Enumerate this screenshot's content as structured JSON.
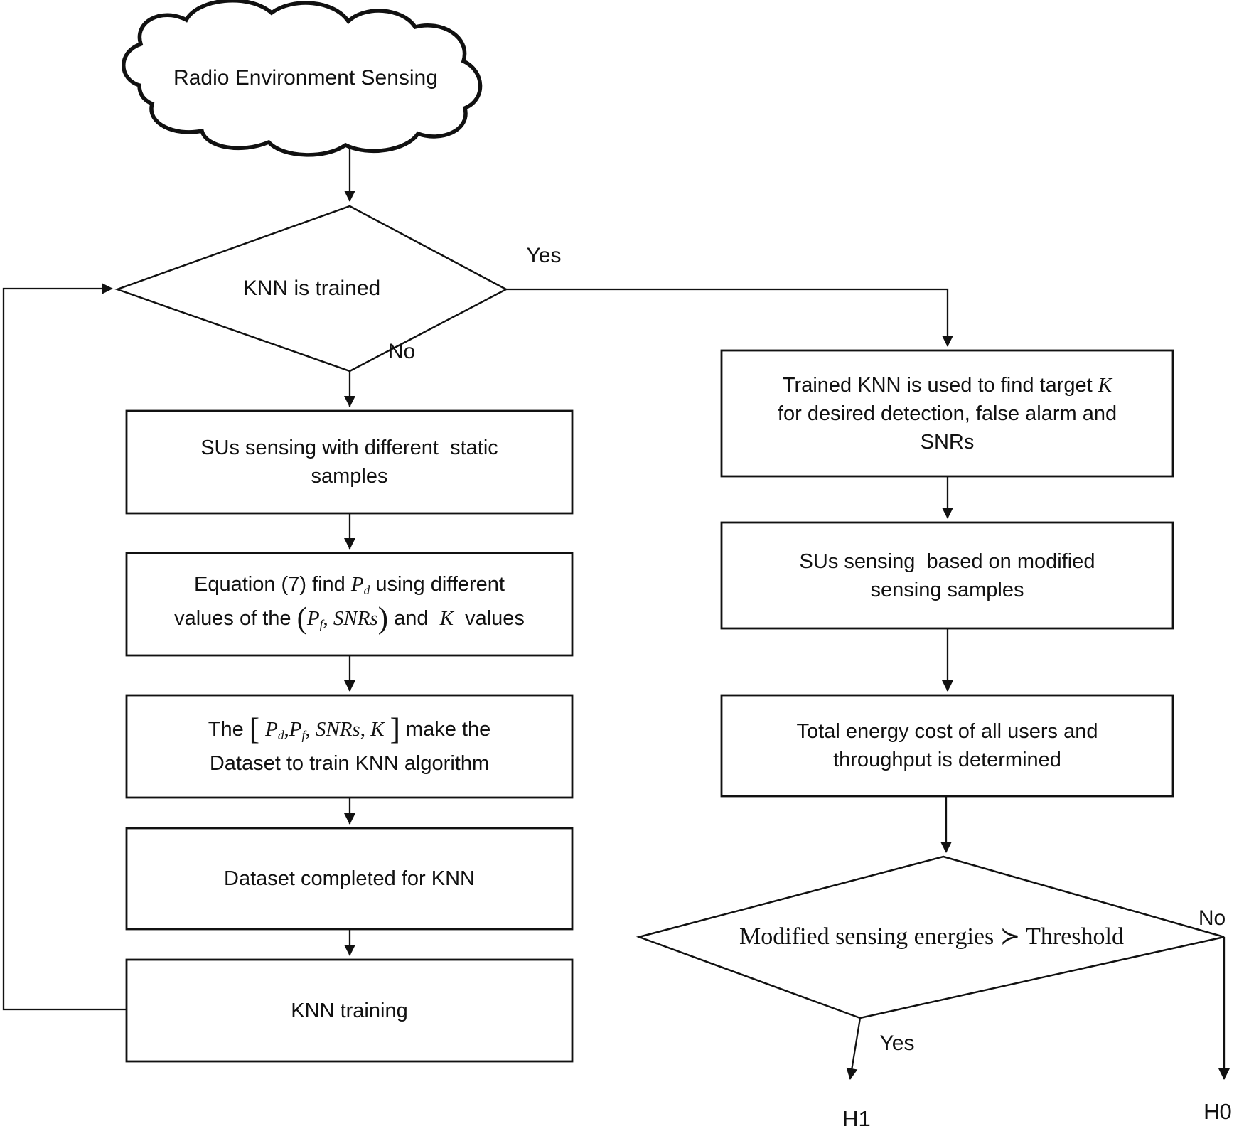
{
  "colors": {
    "stroke": "#111111",
    "background": "#ffffff"
  },
  "nodes": {
    "cloud": {
      "lines": [
        [
          {
            "t": "Radio Environment Sensing",
            "s": "p"
          }
        ]
      ]
    },
    "decision_knn_trained": {
      "lines": [
        [
          {
            "t": "KNN is trained",
            "s": "p"
          }
        ]
      ]
    },
    "sus_static": {
      "lines": [
        [
          {
            "t": "SUs sensing with different  static",
            "s": "p"
          }
        ],
        [
          {
            "t": "samples",
            "s": "p"
          }
        ]
      ]
    },
    "equation_pd": {
      "lines": [
        [
          {
            "t": "Equation (7) find ",
            "s": "p"
          },
          {
            "t": "P",
            "s": "i"
          },
          {
            "t": "d",
            "s": "b"
          },
          {
            "t": " using different",
            "s": "p"
          }
        ],
        [
          {
            "t": "values of the ",
            "s": "p"
          },
          {
            "t": "(",
            "s": "g"
          },
          {
            "t": "P",
            "s": "i"
          },
          {
            "t": "f",
            "s": "b"
          },
          {
            "t": ", ",
            "s": "r"
          },
          {
            "t": "SNRs",
            "s": "i"
          },
          {
            "t": ")",
            "s": "g"
          },
          {
            "t": " and  ",
            "s": "p"
          },
          {
            "t": "K",
            "s": "i"
          },
          {
            "t": "  values",
            "s": "p"
          }
        ]
      ]
    },
    "dataset_make": {
      "lines": [
        [
          {
            "t": "The ",
            "s": "p"
          },
          {
            "t": "[",
            "s": "g"
          },
          {
            "t": " ",
            "s": "p"
          },
          {
            "t": "P",
            "s": "i"
          },
          {
            "t": "d",
            "s": "b"
          },
          {
            "t": ",",
            "s": "r"
          },
          {
            "t": "P",
            "s": "i"
          },
          {
            "t": "f",
            "s": "b"
          },
          {
            "t": ", ",
            "s": "r"
          },
          {
            "t": "SNRs",
            "s": "i"
          },
          {
            "t": ", ",
            "s": "r"
          },
          {
            "t": "K",
            "s": "i"
          },
          {
            "t": " ",
            "s": "p"
          },
          {
            "t": "]",
            "s": "g"
          },
          {
            "t": " make the",
            "s": "p"
          }
        ],
        [
          {
            "t": "Dataset to train KNN algorithm",
            "s": "p"
          }
        ]
      ]
    },
    "dataset_completed": {
      "lines": [
        [
          {
            "t": "Dataset completed for KNN",
            "s": "p"
          }
        ]
      ]
    },
    "knn_training": {
      "lines": [
        [
          {
            "t": "KNN training",
            "s": "p"
          }
        ]
      ]
    },
    "trained_knn_target": {
      "lines": [
        [
          {
            "t": "Trained KNN is used to find target ",
            "s": "p"
          },
          {
            "t": "K",
            "s": "i"
          }
        ],
        [
          {
            "t": "for desired detection, false alarm and",
            "s": "p"
          }
        ],
        [
          {
            "t": "SNRs",
            "s": "p"
          }
        ]
      ]
    },
    "sus_modified": {
      "lines": [
        [
          {
            "t": "SUs sensing  based on modified",
            "s": "p"
          }
        ],
        [
          {
            "t": "sensing samples",
            "s": "p"
          }
        ]
      ]
    },
    "total_energy": {
      "lines": [
        [
          {
            "t": "Total energy cost of all users and",
            "s": "p"
          }
        ],
        [
          {
            "t": "throughput is determined",
            "s": "p"
          }
        ]
      ]
    },
    "decision_threshold": {
      "lines": [
        [
          {
            "t": "Modified sensing energies ≻ Threshold",
            "s": "r"
          }
        ]
      ]
    }
  },
  "edge_labels": {
    "yes_top": "Yes",
    "no_top": "No",
    "yes_bottom": "Yes",
    "no_bottom": "No",
    "h1": "H1",
    "h0": "H0"
  }
}
